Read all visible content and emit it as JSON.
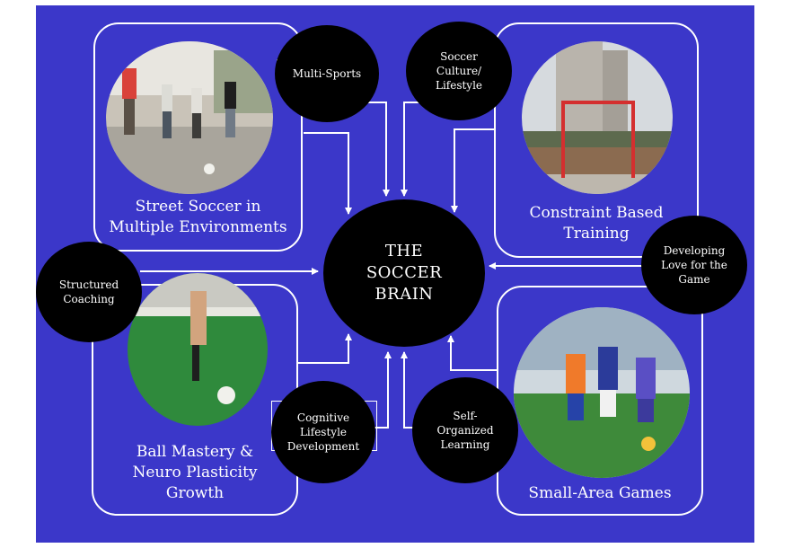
{
  "center": {
    "text": "THE\nSOCCER\nBRAIN"
  },
  "panels": [
    {
      "id": "street",
      "label": "Street Soccer in\nMultiple Environments",
      "photo": "street-soccer-photo"
    },
    {
      "id": "constraint",
      "label": "Constraint Based\nTraining",
      "photo": "futsal-goal-photo"
    },
    {
      "id": "ball",
      "label": "Ball Mastery &\nNeuro Plasticity\nGrowth",
      "photo": "ball-mastery-photo"
    },
    {
      "id": "small",
      "label": "Small-Area Games",
      "photo": "kids-soccer-photo"
    }
  ],
  "bubbles": {
    "multi": "Multi-Sports",
    "culture": "Soccer\nCulture/\nLifestyle",
    "structured": "Structured\nCoaching",
    "love": "Developing\nLove for the\nGame",
    "cognitive": "Cognitive\nLifestyle\nDevelopment",
    "self": "Self-\nOrganized\nLearning"
  },
  "colors": {
    "background": "#3b37c9",
    "circle": "#000000",
    "lines": "#ffffff"
  }
}
